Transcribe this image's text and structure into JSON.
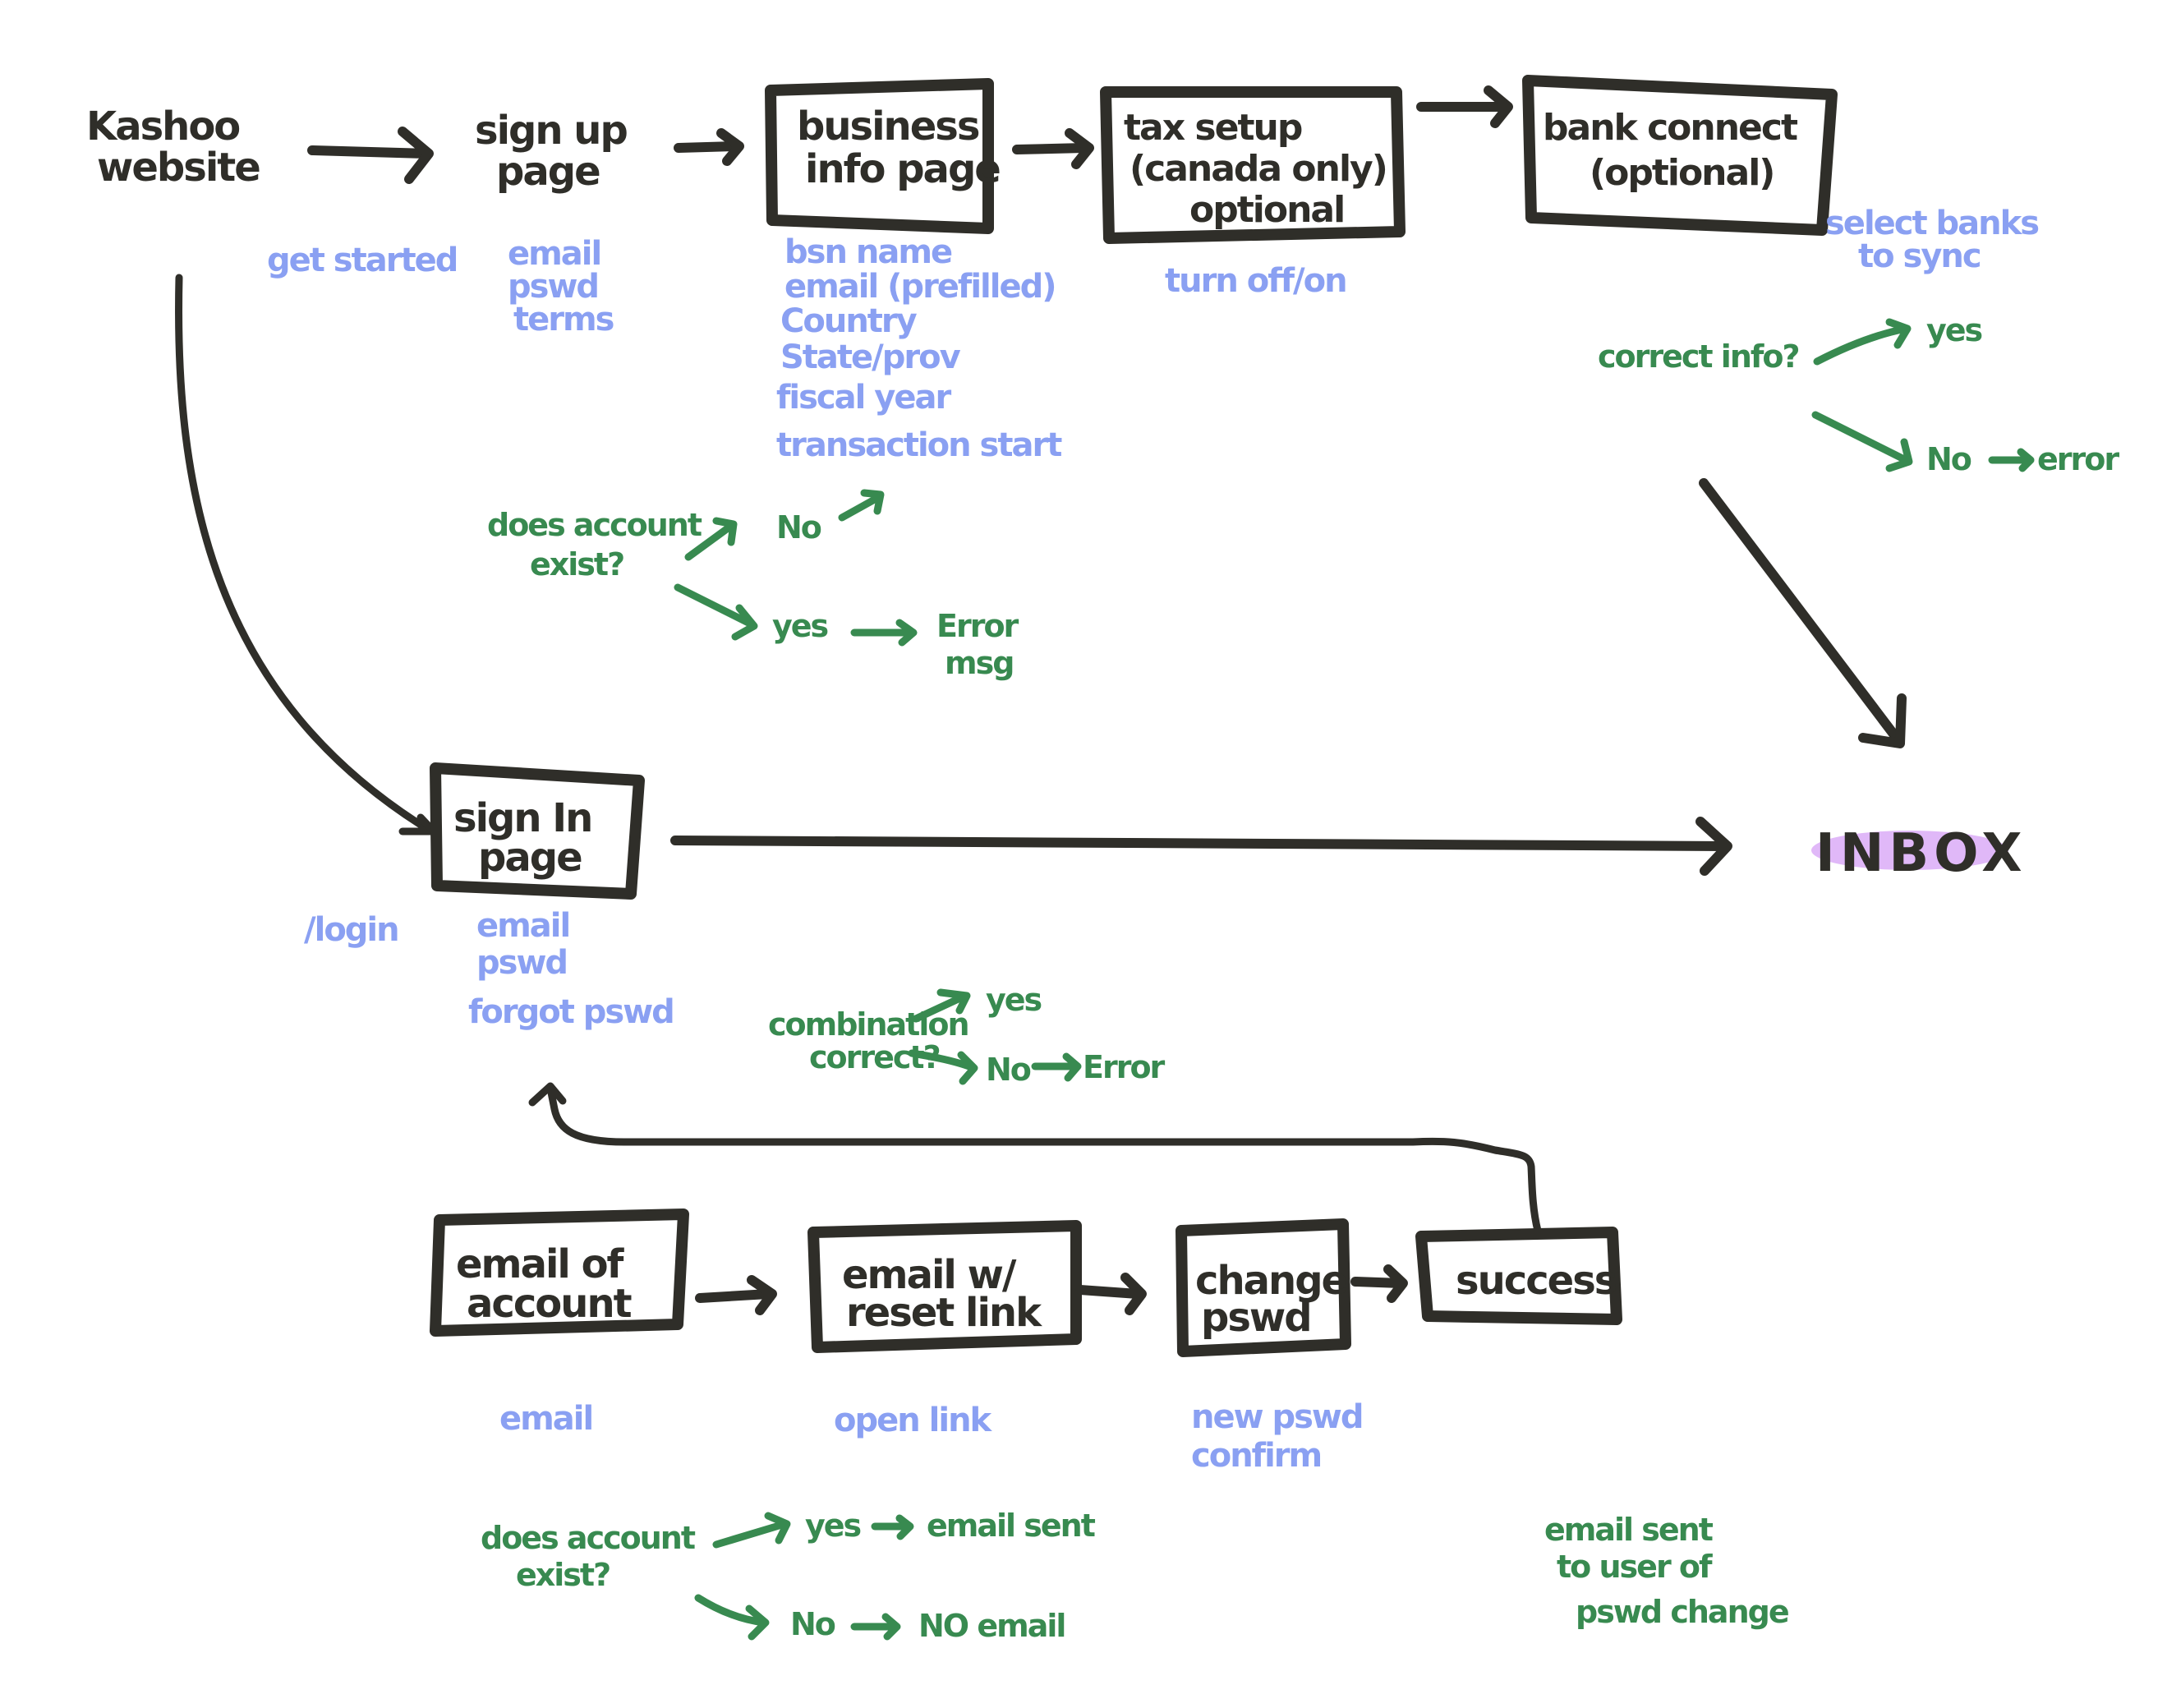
{
  "colors": {
    "ink": "#2f2e29",
    "annotation_blue": "#8aa0f2",
    "decision_green": "#388a50",
    "inbox_highlight": "#e0b8f8",
    "background": "#ffffff"
  },
  "nodes": {
    "kashoo_website": {
      "line1": "Kashoo",
      "line2": "website",
      "boxed": false
    },
    "sign_up_page": {
      "line1": "sign up",
      "line2": "page",
      "boxed": false
    },
    "business_info_page": {
      "line1": "business",
      "line2": "info page",
      "boxed": true
    },
    "tax_setup": {
      "line1": "tax setup",
      "line2": "(canada only)",
      "line3": "optional",
      "boxed": true
    },
    "bank_connect": {
      "line1": "bank connect",
      "line2": "(optional)",
      "boxed": true
    },
    "sign_in_page": {
      "line1": "sign In",
      "line2": "page",
      "boxed": true
    },
    "inbox": {
      "label": "INBOX",
      "highlighted": true
    },
    "email_of_account": {
      "line1": "email of",
      "line2": "account",
      "boxed": true
    },
    "email_reset_link": {
      "line1": "email w/",
      "line2": "reset link",
      "boxed": true
    },
    "change_pswd": {
      "line1": "change",
      "line2": "pswd",
      "boxed": true
    },
    "success": {
      "label": "success",
      "boxed": true
    }
  },
  "annotations": {
    "get_started": "get started",
    "sign_up_fields": [
      "email",
      "pswd",
      "terms"
    ],
    "business_fields": [
      "bsn name",
      "email (prefilled)",
      "Country",
      "State/prov",
      "fiscal year",
      "transaction start"
    ],
    "tax_toggle": "turn off/on",
    "bank_select": [
      "select banks",
      "to sync"
    ],
    "login_path": "/login",
    "sign_in_fields": [
      "email",
      "pswd",
      "forgot pswd"
    ],
    "email_field": "email",
    "open_link": "open link",
    "change_fields": [
      "new pswd",
      "confirm"
    ]
  },
  "decisions": {
    "signup_exists": {
      "question": [
        "does account",
        "exist?"
      ],
      "no": "No",
      "yes": "yes",
      "yes_result": [
        "Error",
        "msg"
      ]
    },
    "bank_correct": {
      "question": "correct info?",
      "yes": "yes",
      "no": "No",
      "no_result": "error"
    },
    "login_combination": {
      "question": [
        "combination",
        "correct?"
      ],
      "yes": "yes",
      "no": "No",
      "no_result": "Error"
    },
    "reset_exists": {
      "question": [
        "does account",
        "exist?"
      ],
      "yes": "yes",
      "yes_result": "email sent",
      "no": "No",
      "no_result": "NO email"
    },
    "success_note": [
      "email sent",
      "to user of",
      "pswd change"
    ]
  },
  "edges": [
    {
      "from": "kashoo_website",
      "to": "sign_up_page"
    },
    {
      "from": "sign_up_page",
      "to": "business_info_page"
    },
    {
      "from": "business_info_page",
      "to": "tax_setup"
    },
    {
      "from": "tax_setup",
      "to": "bank_connect"
    },
    {
      "from": "bank_connect",
      "to": "inbox"
    },
    {
      "from": "kashoo_website",
      "to": "sign_in_page"
    },
    {
      "from": "sign_in_page",
      "to": "inbox"
    },
    {
      "from": "email_of_account",
      "to": "email_reset_link"
    },
    {
      "from": "email_reset_link",
      "to": "change_pswd"
    },
    {
      "from": "change_pswd",
      "to": "success"
    },
    {
      "from": "success",
      "to": "sign_in_page"
    }
  ]
}
